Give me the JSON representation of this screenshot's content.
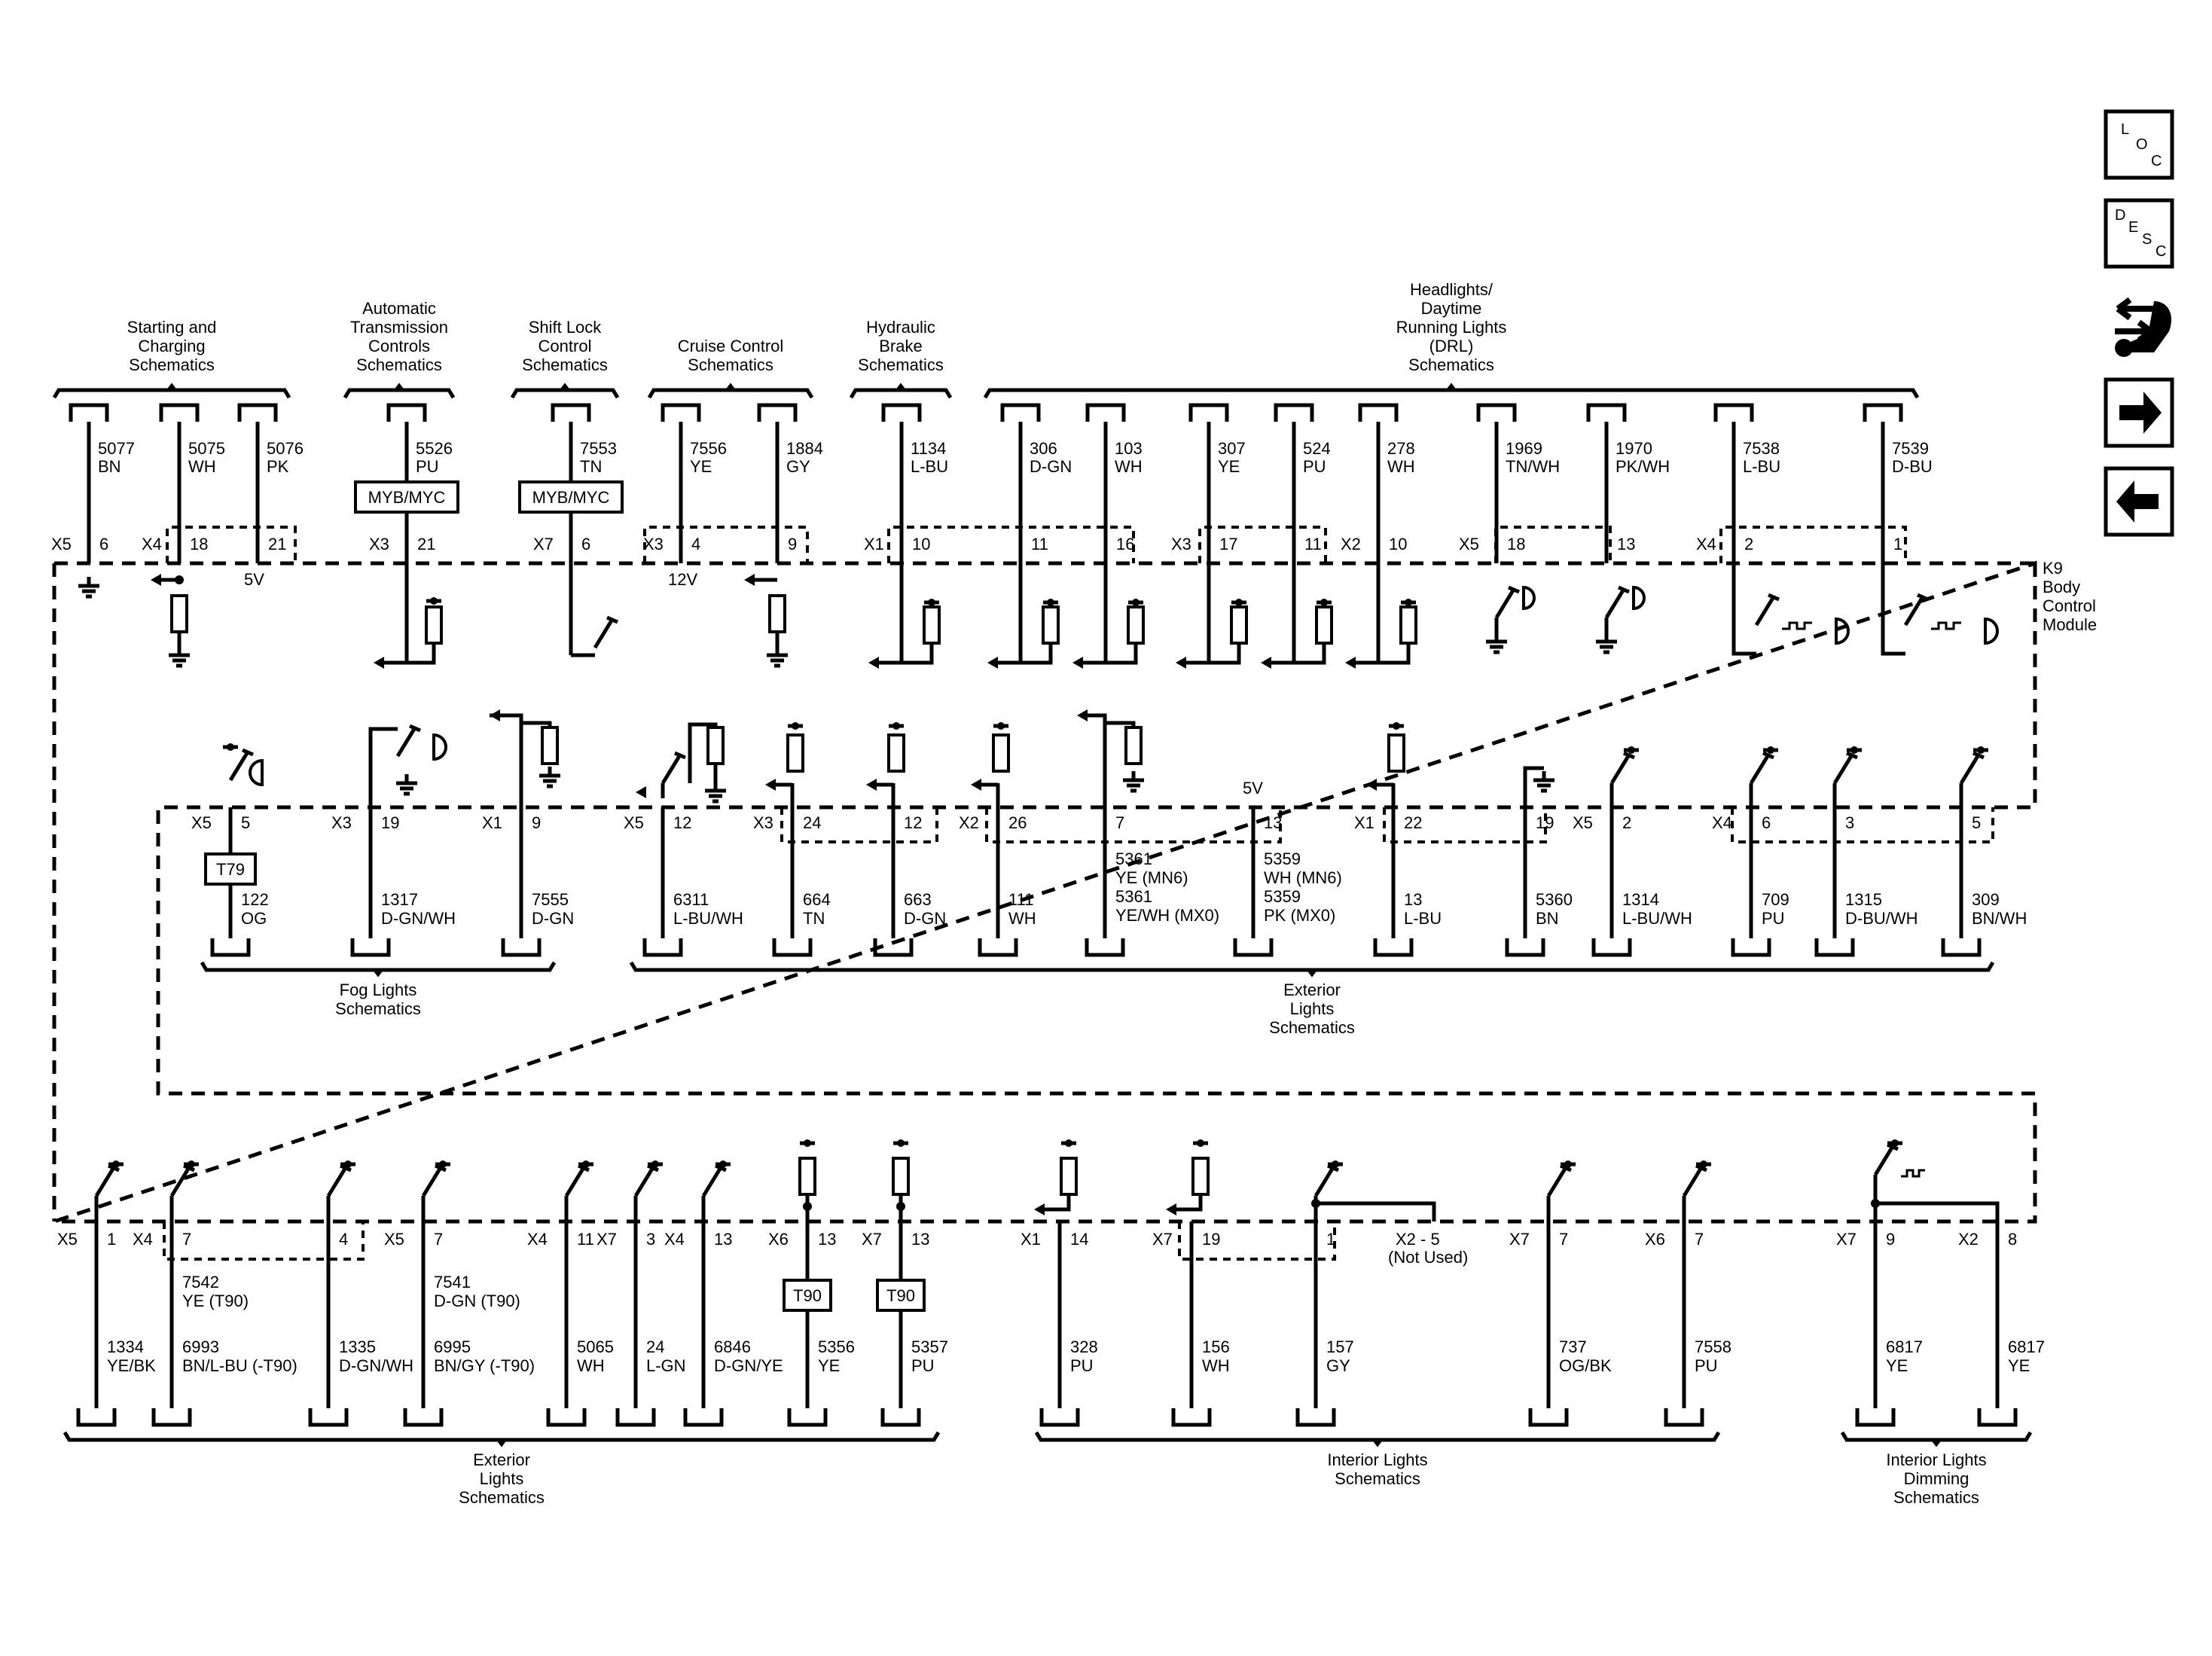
{
  "module": {
    "ref": "K9",
    "name_lines": [
      "Body",
      "Control",
      "Module"
    ]
  },
  "nav": {
    "loc": {
      "letters": [
        "L",
        "O",
        "C"
      ]
    },
    "desc": {
      "letters": [
        "D",
        "E",
        "S",
        "C"
      ]
    },
    "icons": [
      "diagnostics-icon",
      "forward-arrow-icon",
      "back-arrow-icon"
    ]
  },
  "labels": {
    "not_used": "(Not Used)",
    "x2_5": "X2 - 5",
    "v5a": "5V",
    "v12": "12V",
    "v5b": "5V"
  },
  "top_groups": [
    {
      "lines": [
        "Starting and",
        "Charging",
        "Schematics"
      ]
    },
    {
      "lines": [
        "Automatic",
        "Transmission",
        "Controls",
        "Schematics"
      ]
    },
    {
      "lines": [
        "Shift Lock",
        "Control",
        "Schematics"
      ]
    },
    {
      "lines": [
        "Cruise Control",
        "Schematics"
      ]
    },
    {
      "lines": [
        "Hydraulic",
        "Brake",
        "Schematics"
      ]
    },
    {
      "lines": [
        "Headlights/",
        "Daytime",
        "Running Lights",
        "(DRL)",
        "Schematics"
      ]
    }
  ],
  "top_wires": [
    {
      "circuit": "5077",
      "color": "BN",
      "conn": "X5",
      "pin": "6"
    },
    {
      "circuit": "5075",
      "color": "WH",
      "conn": "X4",
      "pin": "18"
    },
    {
      "circuit": "5076",
      "color": "PK",
      "conn": "",
      "pin": "21"
    },
    {
      "circuit": "5526",
      "color": "PU",
      "conn": "X3",
      "pin": "21",
      "box": "MYB/MYC"
    },
    {
      "circuit": "7553",
      "color": "TN",
      "conn": "X7",
      "pin": "6",
      "box": "MYB/MYC"
    },
    {
      "circuit": "7556",
      "color": "YE",
      "conn": "X3",
      "pin": "4"
    },
    {
      "circuit": "1884",
      "color": "GY",
      "conn": "",
      "pin": "9"
    },
    {
      "circuit": "1134",
      "color": "L-BU",
      "conn": "X1",
      "pin": "10"
    },
    {
      "circuit": "306",
      "color": "D-GN",
      "conn": "",
      "pin": "11"
    },
    {
      "circuit": "103",
      "color": "WH",
      "conn": "",
      "pin": "16"
    },
    {
      "circuit": "307",
      "color": "YE",
      "conn": "X3",
      "pin": "17"
    },
    {
      "circuit": "524",
      "color": "PU",
      "conn": "",
      "pin": "11"
    },
    {
      "circuit": "278",
      "color": "WH",
      "conn": "X2",
      "pin": "10"
    },
    {
      "circuit": "1969",
      "color": "TN/WH",
      "conn": "X5",
      "pin": "18"
    },
    {
      "circuit": "1970",
      "color": "PK/WH",
      "conn": "",
      "pin": "13"
    },
    {
      "circuit": "7538",
      "color": "L-BU",
      "conn": "X4",
      "pin": "2"
    },
    {
      "circuit": "7539",
      "color": "D-BU",
      "conn": "",
      "pin": "1"
    }
  ],
  "mid_wires": [
    {
      "conn": "X5",
      "pin": "5",
      "circuit": "122",
      "color": "OG",
      "box": "T79"
    },
    {
      "conn": "X3",
      "pin": "19",
      "circuit": "1317",
      "color": "D-GN/WH"
    },
    {
      "conn": "X1",
      "pin": "9",
      "circuit": "7555",
      "color": "D-GN"
    },
    {
      "conn": "X5",
      "pin": "12",
      "circuit": "6311",
      "color": "L-BU/WH"
    },
    {
      "conn": "X3",
      "pin": "24",
      "circuit": "664",
      "color": "TN"
    },
    {
      "conn": "",
      "pin": "12",
      "circuit": "663",
      "color": "D-GN"
    },
    {
      "conn": "X2",
      "pin": "26",
      "circuit": "111",
      "color": "WH"
    },
    {
      "conn": "",
      "pin": "7",
      "lines": [
        "5361",
        "YE (MN6)",
        "5361",
        "YE/WH (MX0)"
      ]
    },
    {
      "conn": "",
      "pin": "13",
      "lines": [
        "5359",
        "WH (MN6)",
        "5359",
        "PK (MX0)"
      ]
    },
    {
      "conn": "X1",
      "pin": "22",
      "circuit": "13",
      "color": "L-BU"
    },
    {
      "conn": "",
      "pin": "19",
      "circuit": "5360",
      "color": "BN"
    },
    {
      "conn": "X5",
      "pin": "2",
      "circuit": "1314",
      "color": "L-BU/WH"
    },
    {
      "conn": "X4",
      "pin": "6",
      "circuit": "709",
      "color": "PU"
    },
    {
      "conn": "",
      "pin": "3",
      "circuit": "1315",
      "color": "D-BU/WH"
    },
    {
      "conn": "",
      "pin": "5",
      "circuit": "309",
      "color": "BN/WH"
    }
  ],
  "mid_groups": [
    {
      "lines": [
        "Fog Lights",
        "Schematics"
      ]
    },
    {
      "lines": [
        "Exterior",
        "Lights",
        "Schematics"
      ]
    }
  ],
  "bot_wires": [
    {
      "conn": "X5",
      "pin": "1",
      "circuit": "1334",
      "color": "YE/BK"
    },
    {
      "conn": "X4",
      "pin": "7",
      "lines": [
        "7542",
        "YE (T90)",
        "6993",
        "BN/L-BU (-T90)"
      ]
    },
    {
      "conn": "",
      "pin": "4",
      "circuit": "1335",
      "color": "D-GN/WH"
    },
    {
      "conn": "X5",
      "pin": "7",
      "lines": [
        "7541",
        "D-GN (T90)",
        "6995",
        "BN/GY (-T90)"
      ]
    },
    {
      "conn": "X4",
      "pin": "11",
      "circuit": "5065",
      "color": "WH"
    },
    {
      "conn": "X7",
      "pin": "3",
      "circuit": "24",
      "color": "L-GN"
    },
    {
      "conn": "X4",
      "pin": "13",
      "circuit": "6846",
      "color": "D-GN/YE"
    },
    {
      "conn": "X6",
      "pin": "13",
      "circuit": "5356",
      "color": "YE",
      "box": "T90"
    },
    {
      "conn": "X7",
      "pin": "13",
      "circuit": "5357",
      "color": "PU",
      "box": "T90"
    },
    {
      "conn": "X1",
      "pin": "14",
      "circuit": "328",
      "color": "PU"
    },
    {
      "conn": "X7",
      "pin": "19",
      "circuit": "156",
      "color": "WH"
    },
    {
      "conn": "",
      "pin": "1",
      "circuit": "157",
      "color": "GY"
    },
    {
      "conn": "X7",
      "pin": "7",
      "circuit": "737",
      "color": "OG/BK"
    },
    {
      "conn": "X6",
      "pin": "7",
      "circuit": "7558",
      "color": "PU"
    },
    {
      "conn": "X7",
      "pin": "9",
      "circuit": "6817",
      "color": "YE"
    },
    {
      "conn": "X2",
      "pin": "8",
      "circuit": "6817",
      "color": "YE"
    }
  ],
  "bot_groups": [
    {
      "lines": [
        "Exterior",
        "Lights",
        "Schematics"
      ]
    },
    {
      "lines": [
        "Interior Lights",
        "Schematics"
      ]
    },
    {
      "lines": [
        "Interior Lights",
        "Dimming",
        "Schematics"
      ]
    }
  ]
}
